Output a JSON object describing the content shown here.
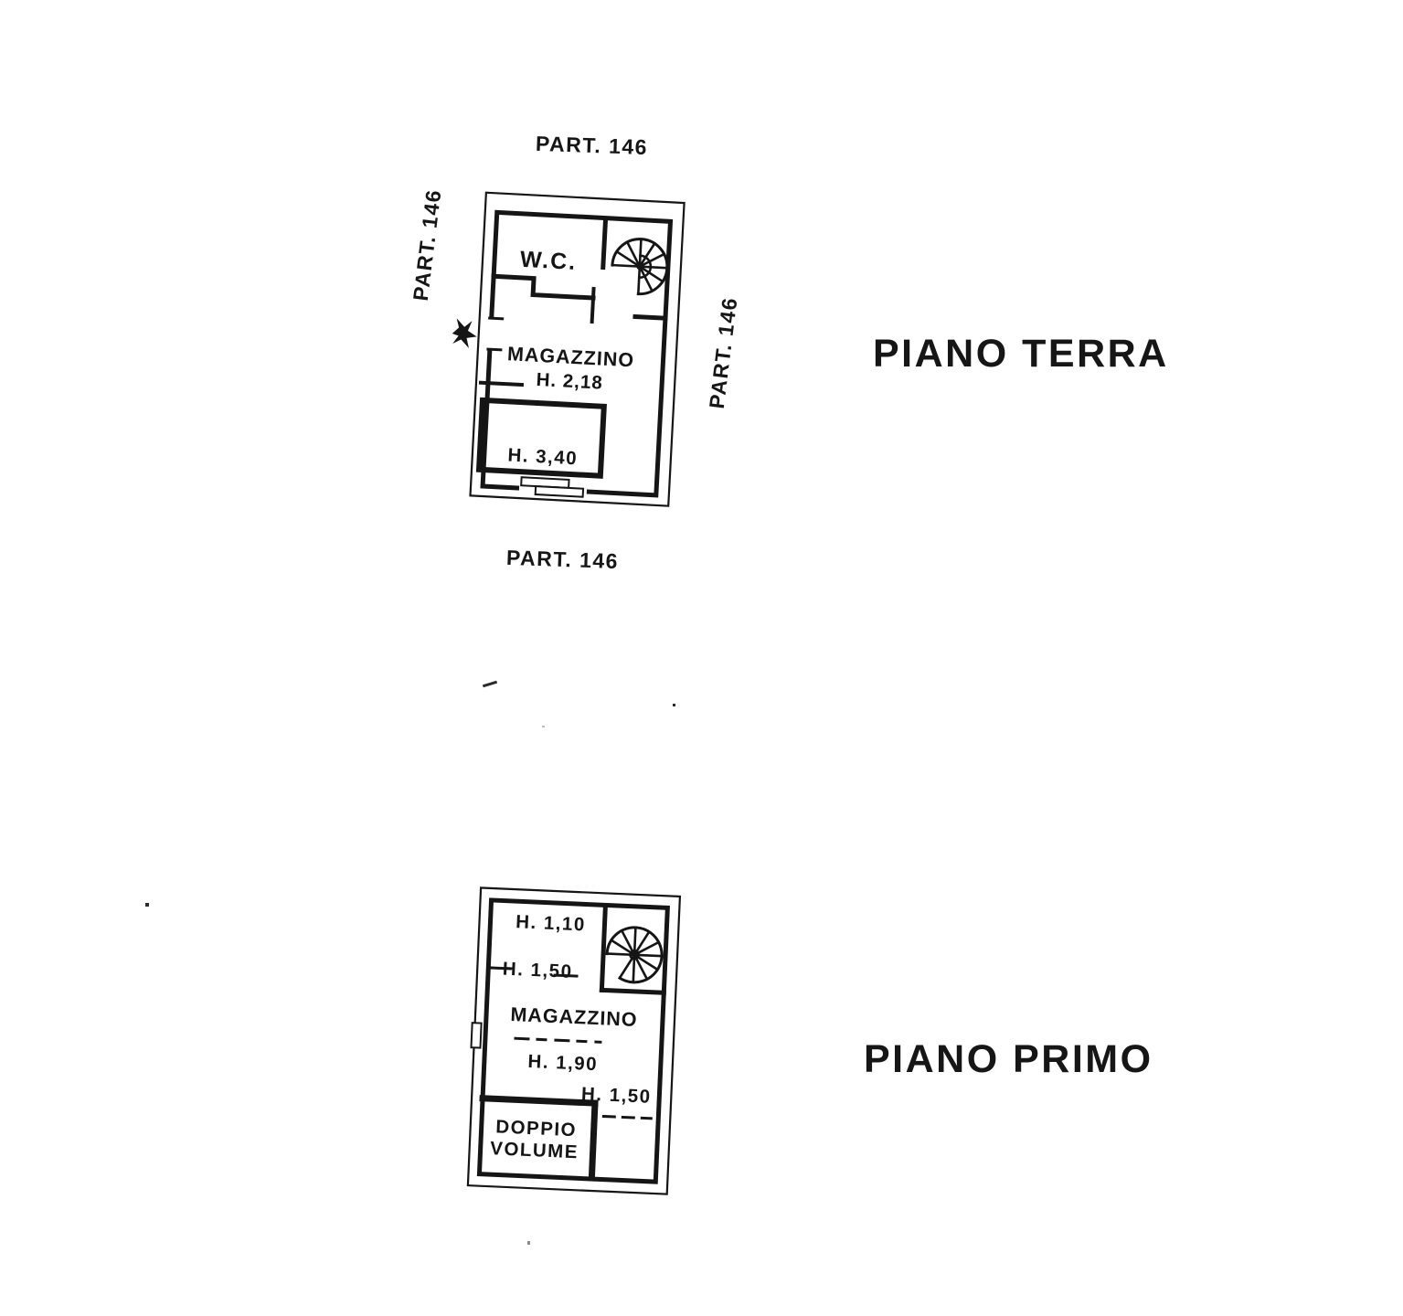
{
  "colors": {
    "ink": "#151515",
    "paper": "#ffffff"
  },
  "ground_floor": {
    "floor_title": "PIANO TERRA",
    "part_top": "PART. 146",
    "part_left": "PART. 146",
    "part_right": "PART. 146",
    "part_bottom": "PART. 146",
    "room_wc": "W.C.",
    "room_magazzino": "MAGAZZINO",
    "height_magazzino": "H. 2,18",
    "height_inner_room": "H. 3,40"
  },
  "first_floor": {
    "floor_title": "PIANO PRIMO",
    "height_a": "H. 1,10",
    "height_b": "H. 1,50",
    "room_magazzino": "MAGAZZINO",
    "height_c": "H. 1,90",
    "height_d": "H. 1,50",
    "doppio_line1": "DOPPIO",
    "doppio_line2": "VOLUME"
  }
}
